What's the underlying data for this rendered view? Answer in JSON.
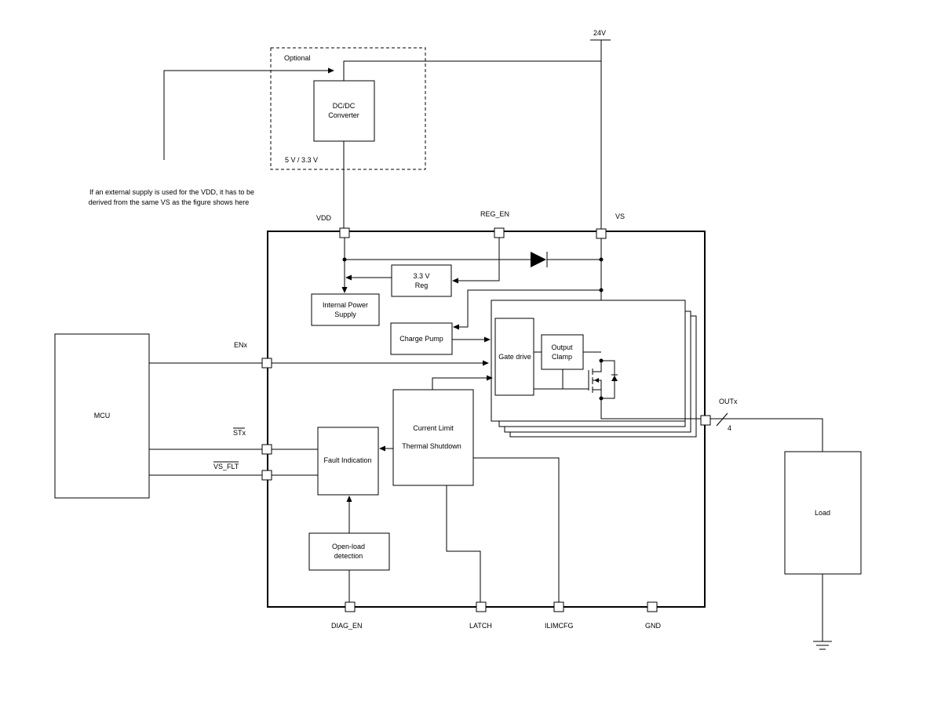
{
  "supply": {
    "rail_label": "24V"
  },
  "optional_block": {
    "label": "Optional",
    "converter_line1": "DC/DC",
    "converter_line2": "Converter",
    "output_label": "5 V / 3.3 V"
  },
  "note": {
    "line1": "If an external supply is used for the VDD, it has to be",
    "line2": "derived from the same VS as the figure shows here"
  },
  "pins": {
    "vdd": "VDD",
    "reg_en": "REG_EN",
    "vs": "VS",
    "enx": "ENx",
    "stx": "STx",
    "vs_flt": "VS_FLT",
    "outx": "OUTx",
    "diag_en": "DIAG_EN",
    "latch": "LATCH",
    "ilimcfg": "ILIMCFG",
    "gnd": "GND"
  },
  "blocks": {
    "regulator_line1": "3.3 V",
    "regulator_line2": "Reg",
    "internal_supply_line1": "Internal Power",
    "internal_supply_line2": "Supply",
    "charge_pump": "Charge Pump",
    "gate_drive": "Gate drive",
    "output_clamp_line1": "Output",
    "output_clamp_line2": "Clamp",
    "protection_line1": "Current Limit",
    "protection_line2": "Thermal Shutdown",
    "fault_indication": "Fault Indication",
    "open_load_line1": "Open-load",
    "open_load_line2": "detection",
    "mcu": "MCU",
    "load": "Load"
  },
  "bus_width": "4"
}
